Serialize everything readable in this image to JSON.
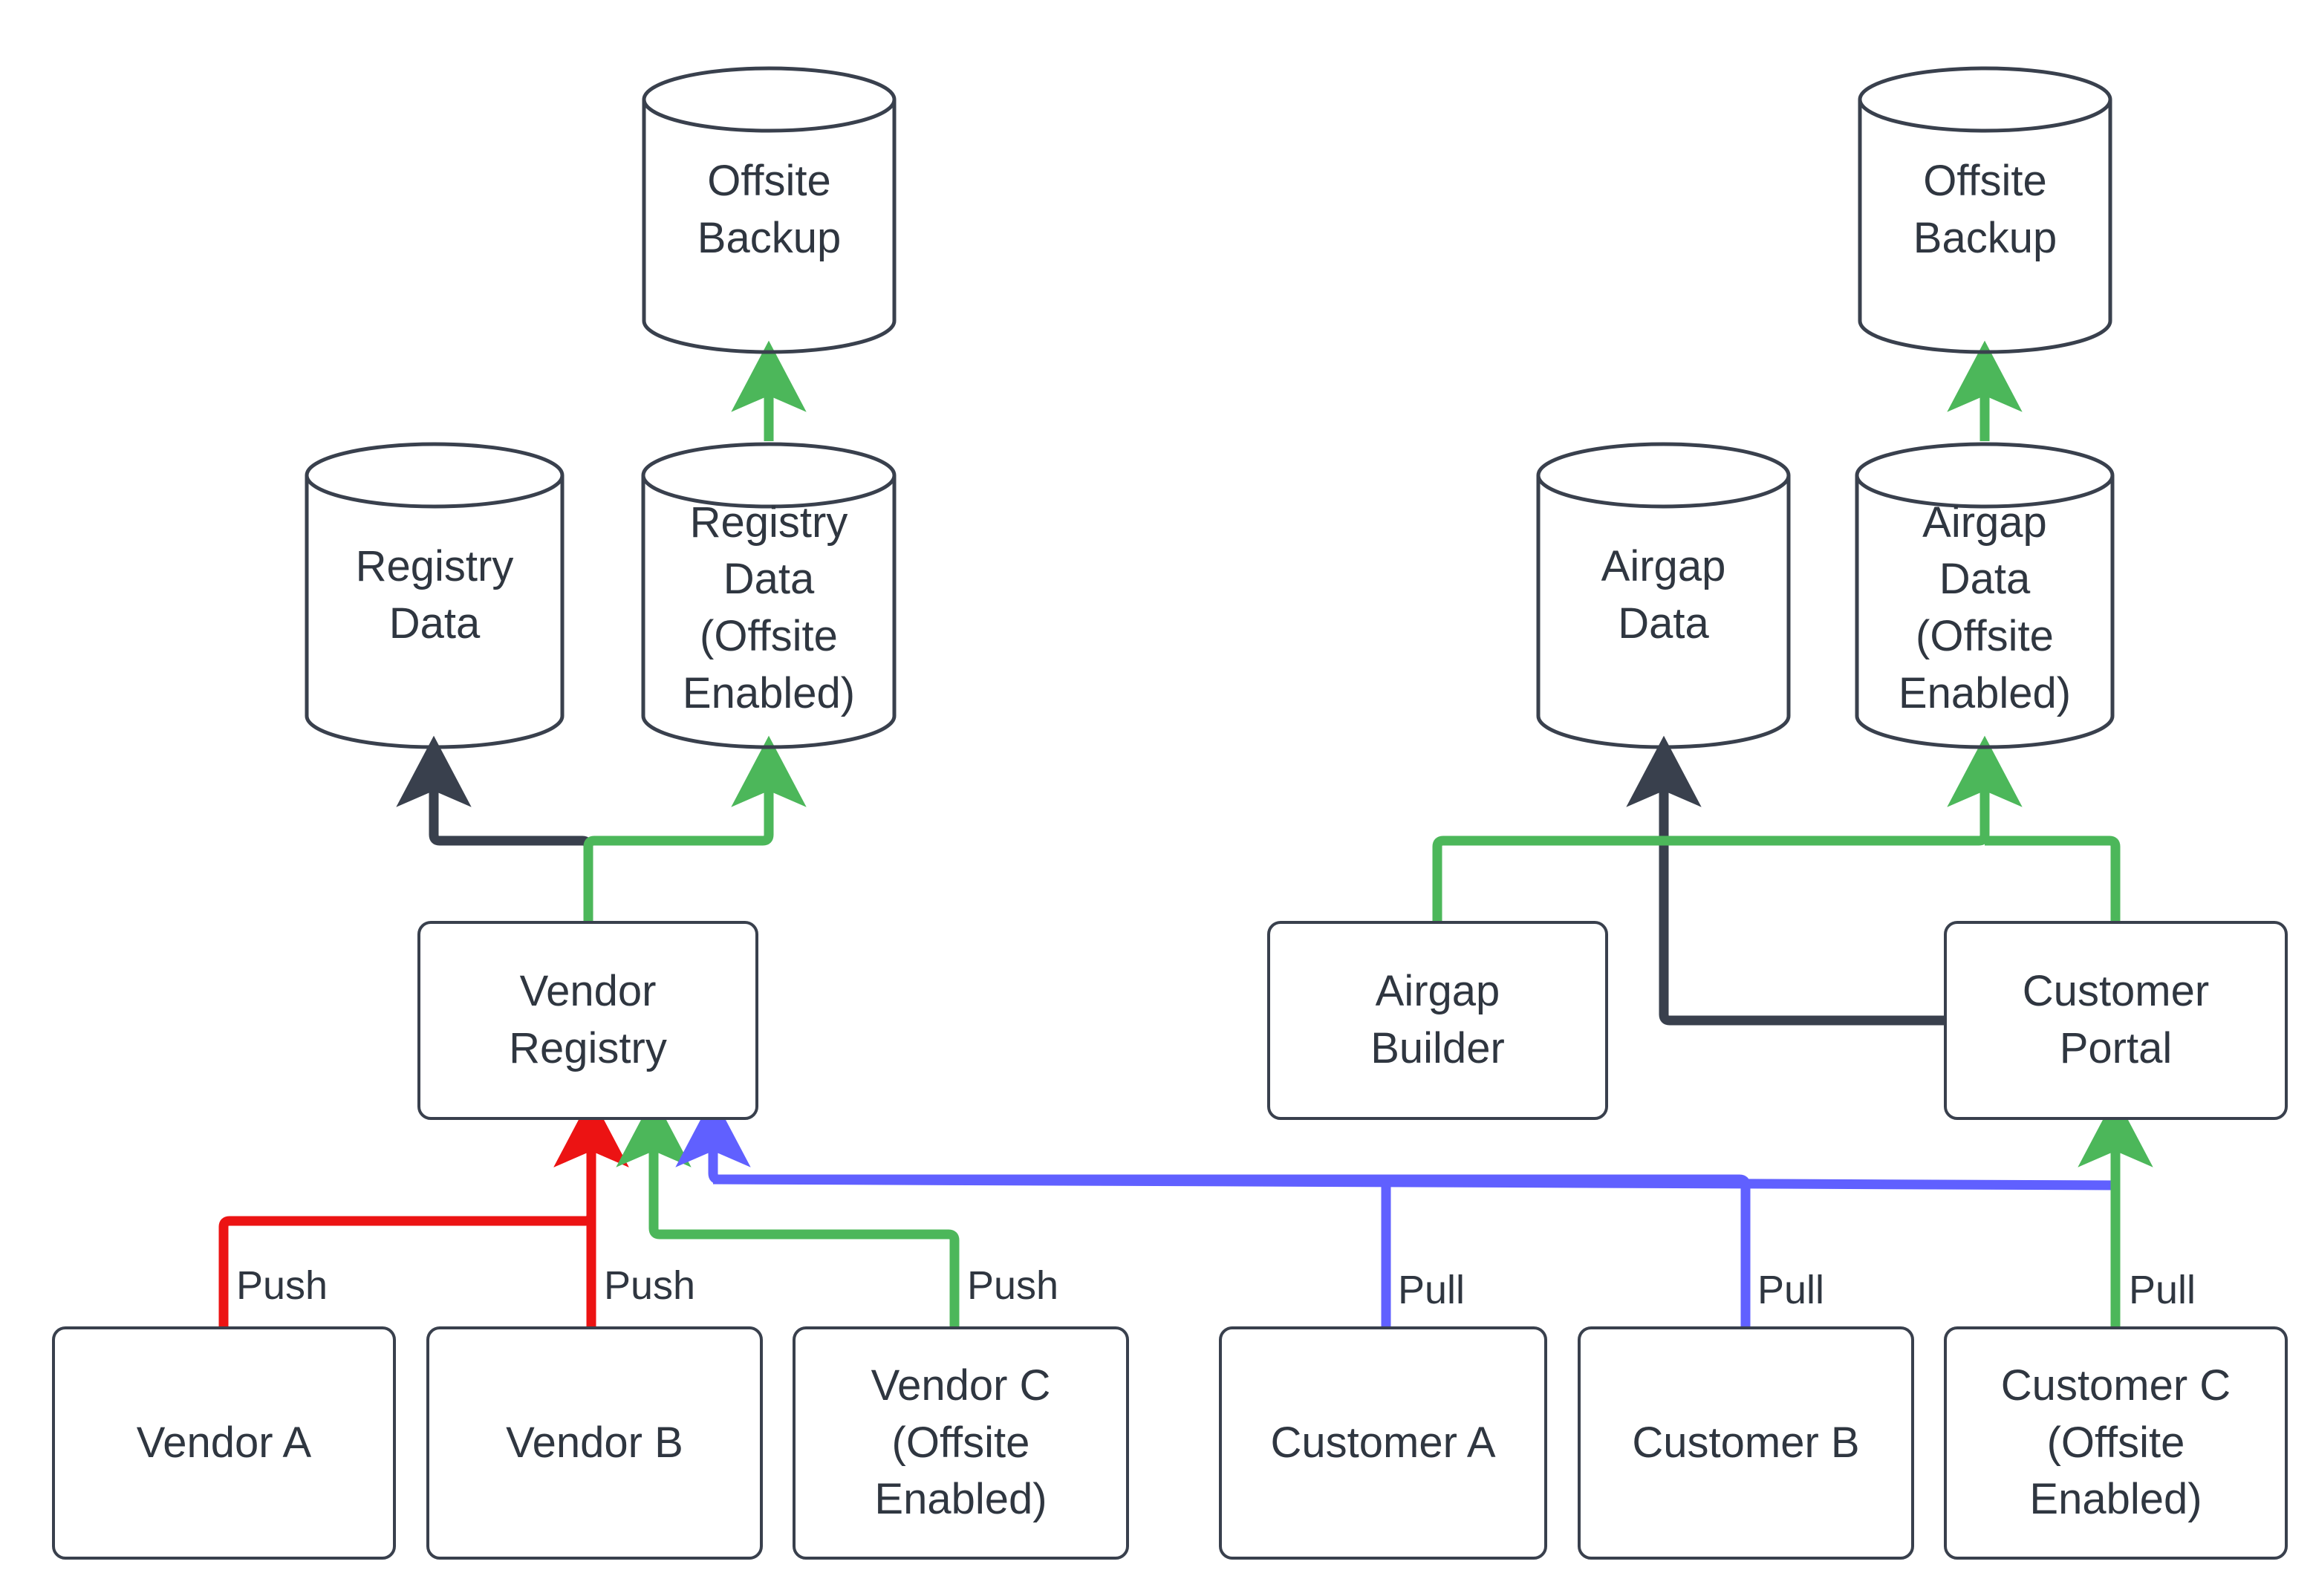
{
  "diagram": {
    "title": "Vendor Registry and Customer Portal Offsite Backup Flow",
    "type": "flowchart",
    "background": "#ffffff",
    "colors": {
      "node_stroke": "#39404d",
      "node_fill": "#ffffff",
      "text": "#2f3640",
      "edge_default": "#39404d",
      "edge_push_red": "#ec1313",
      "edge_offsite_green": "#4cb75a",
      "edge_pull_blue": "#6060ff"
    }
  },
  "nodes": {
    "offsite_backup_left": {
      "label": "Offsite\nBackup",
      "shape": "cylinder"
    },
    "offsite_backup_right": {
      "label": "Offsite\nBackup",
      "shape": "cylinder"
    },
    "registry_data": {
      "label": "Registry\nData",
      "shape": "cylinder"
    },
    "registry_data_offsite": {
      "label": "Registry\nData\n(Offsite\nEnabled)",
      "shape": "cylinder"
    },
    "airgap_data": {
      "label": "Airgap\nData",
      "shape": "cylinder"
    },
    "airgap_data_offsite": {
      "label": "Airgap\nData\n(Offsite\nEnabled)",
      "shape": "cylinder"
    },
    "vendor_registry": {
      "label": "Vendor\nRegistry",
      "shape": "rounded-rect"
    },
    "airgap_builder": {
      "label": "Airgap\nBuilder",
      "shape": "rounded-rect"
    },
    "customer_portal": {
      "label": "Customer\nPortal",
      "shape": "rounded-rect"
    },
    "vendor_a": {
      "label": "Vendor A",
      "shape": "rounded-rect"
    },
    "vendor_b": {
      "label": "Vendor B",
      "shape": "rounded-rect"
    },
    "vendor_c": {
      "label": "Vendor C\n(Offsite\nEnabled)",
      "shape": "rounded-rect"
    },
    "customer_a": {
      "label": "Customer A",
      "shape": "rounded-rect"
    },
    "customer_b": {
      "label": "Customer B",
      "shape": "rounded-rect"
    },
    "customer_c": {
      "label": "Customer C\n(Offsite\nEnabled)",
      "shape": "rounded-rect"
    }
  },
  "edge_labels": {
    "vendor_a_push": "Push",
    "vendor_b_push": "Push",
    "vendor_c_push": "Push",
    "customer_a_pull": "Pull",
    "customer_b_pull": "Pull",
    "customer_c_pull": "Pull"
  },
  "edges": [
    {
      "from": "registry_data_offsite",
      "to": "offsite_backup_left",
      "color": "#4cb75a",
      "label": ""
    },
    {
      "from": "airgap_data_offsite",
      "to": "offsite_backup_right",
      "color": "#4cb75a",
      "label": ""
    },
    {
      "from": "vendor_registry",
      "to": "registry_data",
      "color": "#39404d",
      "label": ""
    },
    {
      "from": "vendor_registry",
      "to": "registry_data_offsite",
      "color": "#4cb75a",
      "label": ""
    },
    {
      "from": "customer_portal",
      "to": "airgap_data",
      "color": "#39404d",
      "label": ""
    },
    {
      "from": "airgap_builder",
      "to": "airgap_data_offsite",
      "color": "#4cb75a",
      "label": ""
    },
    {
      "from": "customer_portal",
      "to": "airgap_data_offsite",
      "color": "#4cb75a",
      "label": ""
    },
    {
      "from": "vendor_a",
      "to": "vendor_registry",
      "color": "#ec1313",
      "label": "Push"
    },
    {
      "from": "vendor_b",
      "to": "vendor_registry",
      "color": "#ec1313",
      "label": "Push"
    },
    {
      "from": "vendor_c",
      "to": "vendor_registry",
      "color": "#4cb75a",
      "label": "Push"
    },
    {
      "from": "customer_a",
      "to": "vendor_registry",
      "color": "#6060ff",
      "label": "Pull"
    },
    {
      "from": "customer_b",
      "to": "vendor_registry",
      "color": "#6060ff",
      "label": "Pull"
    },
    {
      "from": "customer_c",
      "to": "customer_portal",
      "color": "#4cb75a",
      "label": "Pull"
    },
    {
      "from": "customer_c",
      "to": "vendor_registry",
      "color": "#6060ff",
      "label": ""
    }
  ]
}
